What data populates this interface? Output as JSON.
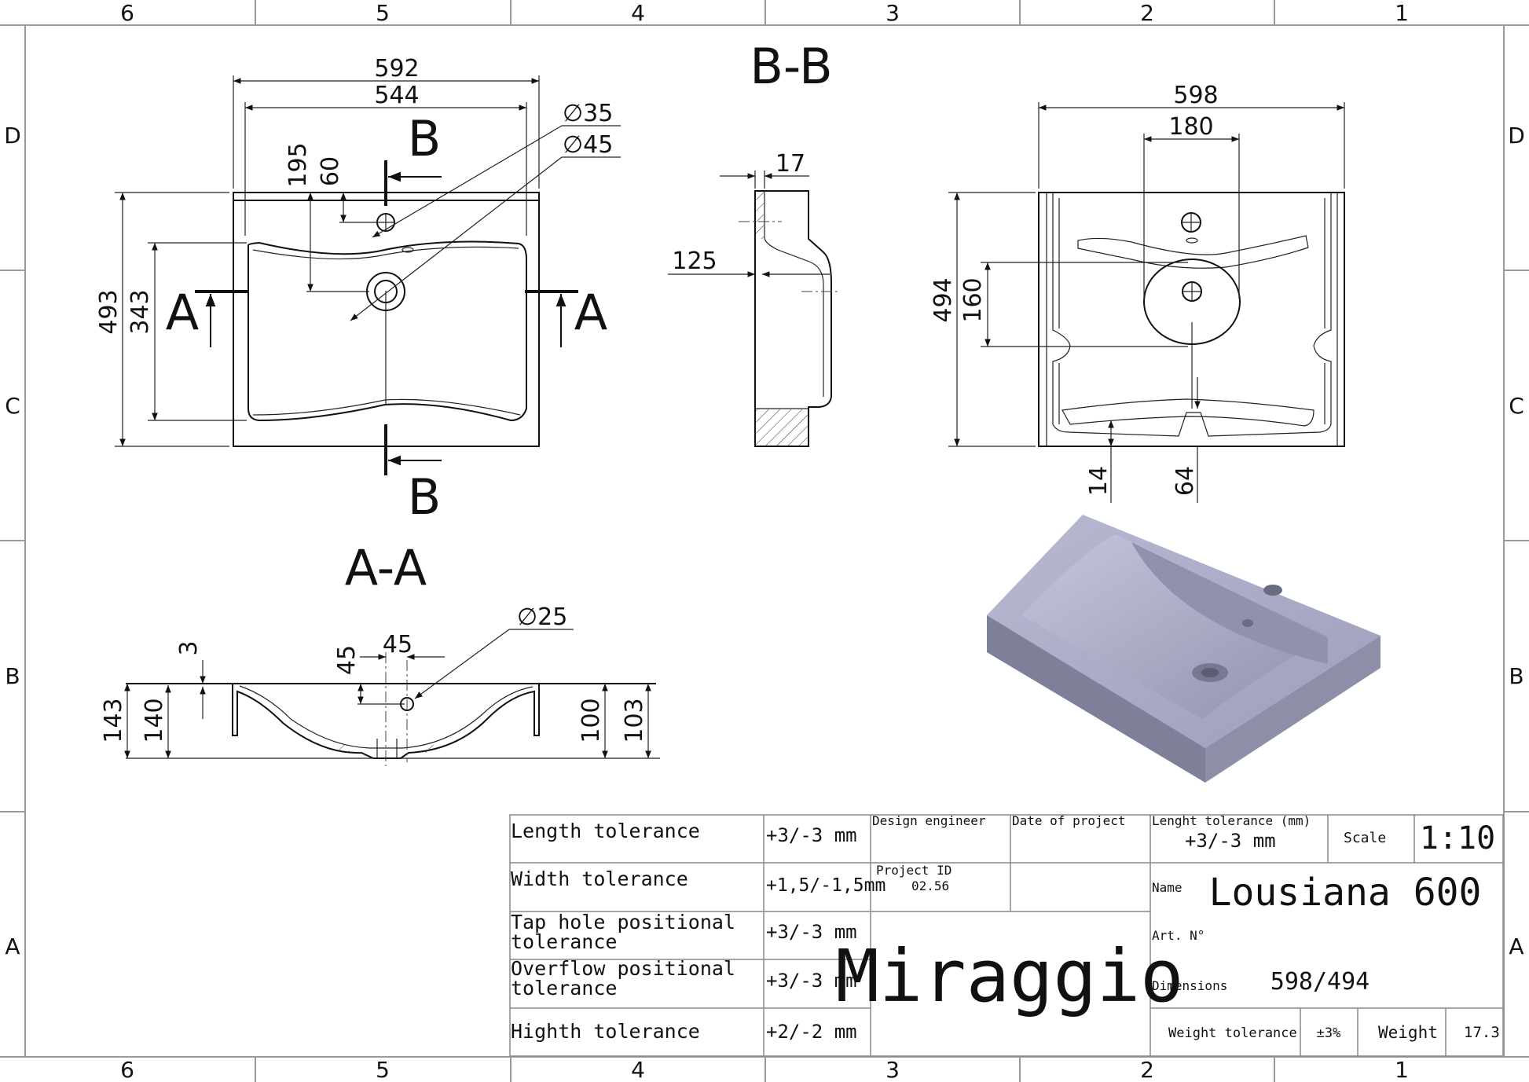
{
  "zones": {
    "columns": [
      "6",
      "5",
      "4",
      "3",
      "2",
      "1"
    ],
    "rows": [
      "D",
      "C",
      "B",
      "A"
    ]
  },
  "views": {
    "top": {
      "dims": {
        "overall_width": "592",
        "inner_width": "544",
        "tap_offset": "195",
        "overflow_offset": "60",
        "overall_depth": "493",
        "bowl_depth": "343",
        "tap_hole": "35",
        "drain_hole": "45"
      },
      "section_marks": {
        "b_top": "B",
        "b_bottom": "B",
        "a_left": "A",
        "a_right": "A"
      }
    },
    "section_bb": {
      "title": "B-B",
      "dims": {
        "wall": "17",
        "overflow_depth": "125"
      }
    },
    "bottom": {
      "dims": {
        "overall_width": "598",
        "drain_spacing": "180",
        "overall_depth": "494",
        "bowl_offset": "160",
        "front_lip": "14",
        "notch": "64"
      }
    },
    "section_aa": {
      "title": "A-A",
      "dims": {
        "top_thickness": "3",
        "overall_height": "143",
        "bowl_height": "140",
        "drain_offset_v": "45",
        "drain_offset_h": "45",
        "drain_hole": "25",
        "side_height": "100",
        "side_overall": "103"
      }
    }
  },
  "diameter_symbol": "∅",
  "title_block": {
    "tolerances": [
      {
        "label": "Length tolerance",
        "value": "+3/-3 mm"
      },
      {
        "label": "Width tolerance",
        "value": "+1,5/-1,5mm"
      },
      {
        "label": "Tap hole positional tolerance",
        "label_line1": "Tap hole positional",
        "label_line2": "tolerance",
        "value": "+3/-3 mm"
      },
      {
        "label": "Overflow positional tolerance",
        "label_line1": "Overflow positional",
        "label_line2": "tolerance",
        "value": "+3/-3 mm"
      },
      {
        "label": "Highth tolerance",
        "value": "+2/-2 mm"
      }
    ],
    "design_engineer_label": "Design engineer",
    "date_of_project_label": "Date of project",
    "project_id_label": "Project ID",
    "project_id": "02.56",
    "brand": "Miraggio",
    "length_tolerance_label": "Lenght tolerance (mm)",
    "length_tolerance_value": "+3/-3 mm",
    "scale_label": "Scale",
    "scale_value": "1:10",
    "name_label": "Name",
    "name_value": "Lousiana 600",
    "art_label": "Art. N°",
    "art_value": "",
    "dimensions_label": "Dimensions",
    "dimensions_value": "598/494",
    "weight_tolerance_label": "Weight tolerance",
    "weight_tolerance_value": "±3%",
    "weight_label": "Weight",
    "weight_value": "17.3"
  },
  "colors": {
    "ink": "#111111",
    "render_top": "#a9aac6",
    "render_side": "#8d8fa8",
    "render_front": "#7e8099"
  }
}
